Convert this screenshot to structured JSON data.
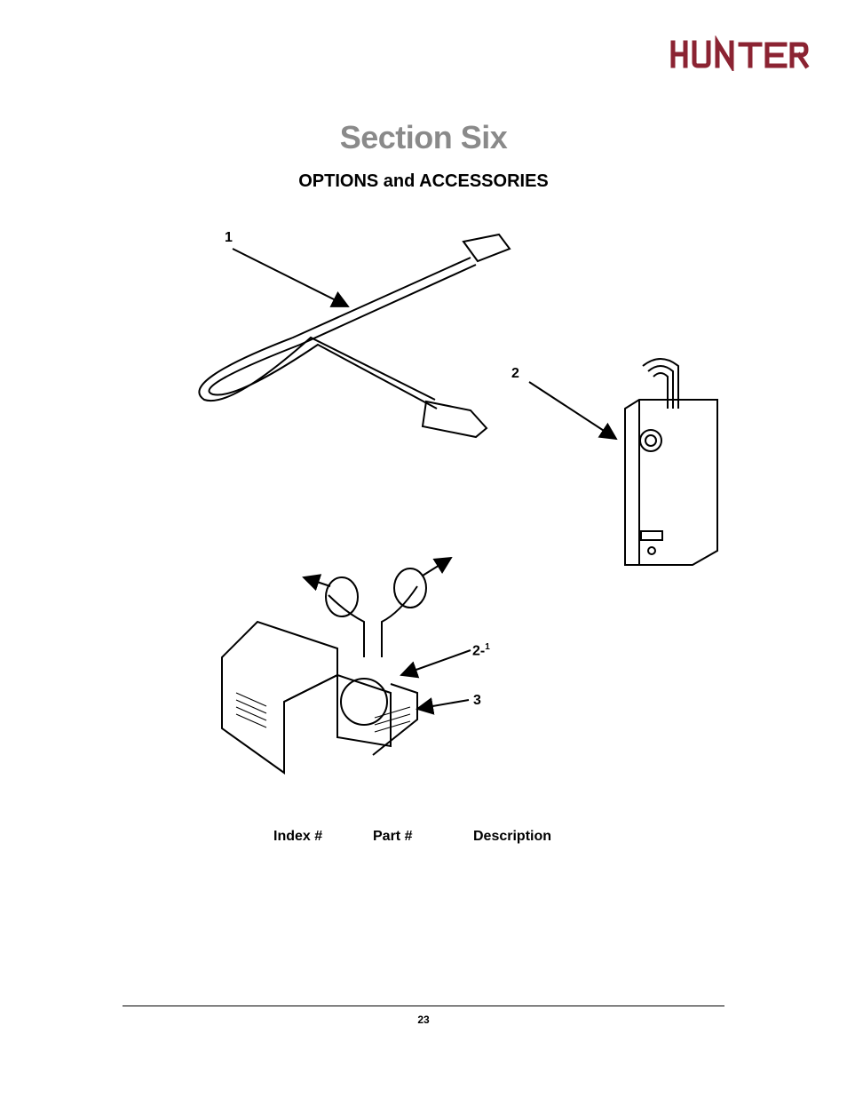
{
  "header": {
    "logo_text": "HUNTER"
  },
  "section_title": "Section Six",
  "section_subtitle": "OPTIONS and ACCESSORIES",
  "callouts": {
    "c1": "1",
    "c2": "2",
    "c2_1": "2-",
    "c2_1_sup": "1",
    "c3": "3"
  },
  "parts_table": {
    "headers": [
      "Index #",
      "Part #",
      "Description"
    ]
  },
  "footer": {
    "page_number": "23"
  },
  "colors": {
    "logo": "#8b2332",
    "title_gray": "#8a8a8a"
  }
}
